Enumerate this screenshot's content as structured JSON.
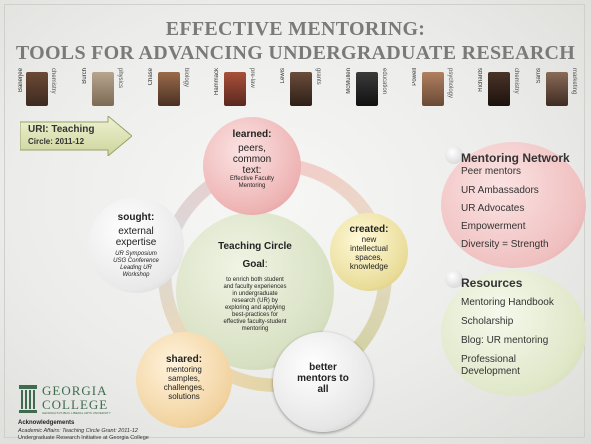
{
  "title_line1": "EFFECTIVE MENTORING:",
  "title_line2": "TOOLS FOR ADVANCING UNDERGRADUATE RESEARCH",
  "people": [
    {
      "name": "Banerjee",
      "dept": "chemistry"
    },
    {
      "name": "Burch",
      "dept": "physics"
    },
    {
      "name": "Chase",
      "dept": "biology"
    },
    {
      "name": "Hammack",
      "dept": "pre-law"
    },
    {
      "name": "Lewis",
      "dept": "grants"
    },
    {
      "name": "McMullen",
      "dept": "education"
    },
    {
      "name": "Powell",
      "dept": "psychology"
    },
    {
      "name": "Richards",
      "dept": "chemistry"
    },
    {
      "name": "Sams",
      "dept": "marketing"
    }
  ],
  "badge": {
    "line1": "URI: Teaching",
    "line2": "Circle: 2011-12"
  },
  "learned": {
    "head": "learned:",
    "text": [
      "peers,",
      "common",
      "text:"
    ],
    "small": [
      "Effective Faculty",
      "Mentoring"
    ]
  },
  "created": {
    "head": "created:",
    "text": [
      "new",
      "intellectual",
      "spaces,",
      "knowledge"
    ]
  },
  "better": {
    "text": [
      "better",
      "mentors to",
      "all"
    ]
  },
  "shared": {
    "head": "shared:",
    "text": [
      "mentoring",
      "samples,",
      "challenges,",
      "solutions"
    ]
  },
  "sought": {
    "head": "sought:",
    "text": [
      "external",
      "expertise"
    ],
    "small": [
      "UR Symposium",
      "USG Conference",
      "Leading UR",
      "Workshop"
    ]
  },
  "goal": {
    "head": "Teaching Circle",
    "head2": "Goal",
    "colon": ":",
    "text": [
      "to enrich both student",
      "and faculty experiences",
      "in undergraduate",
      "research (UR) by",
      "exploring and applying",
      "best-practices for",
      "effective faculty-student",
      "mentoring"
    ]
  },
  "network": {
    "title": "Mentoring Network",
    "items": [
      "Peer mentors",
      "UR Ambassadors",
      "UR Advocates",
      "Empowerment",
      "Diversity = Strength"
    ]
  },
  "resources": {
    "title": "Resources",
    "items": [
      "Mentoring Handbook",
      "Scholarship",
      "Blog: UR mentoring",
      "Professional",
      "Development"
    ]
  },
  "logo": {
    "line1": "GEORGIA",
    "line2": "COLLEGE",
    "sub": "GEORGIA'S PUBLIC LIBERAL ARTS UNIVERSITY"
  },
  "ack": {
    "head": "Acknowledgements",
    "line1": "Academic Affairs: Teaching Circle Grant: 2011-12",
    "line2": "Undergraduate Research Initiative at Georgia College"
  },
  "colors": {
    "title": "#7a7a7a",
    "logo": "#3f6b4f",
    "network": "#f0c0c0",
    "resources": "#dfe7c8"
  }
}
